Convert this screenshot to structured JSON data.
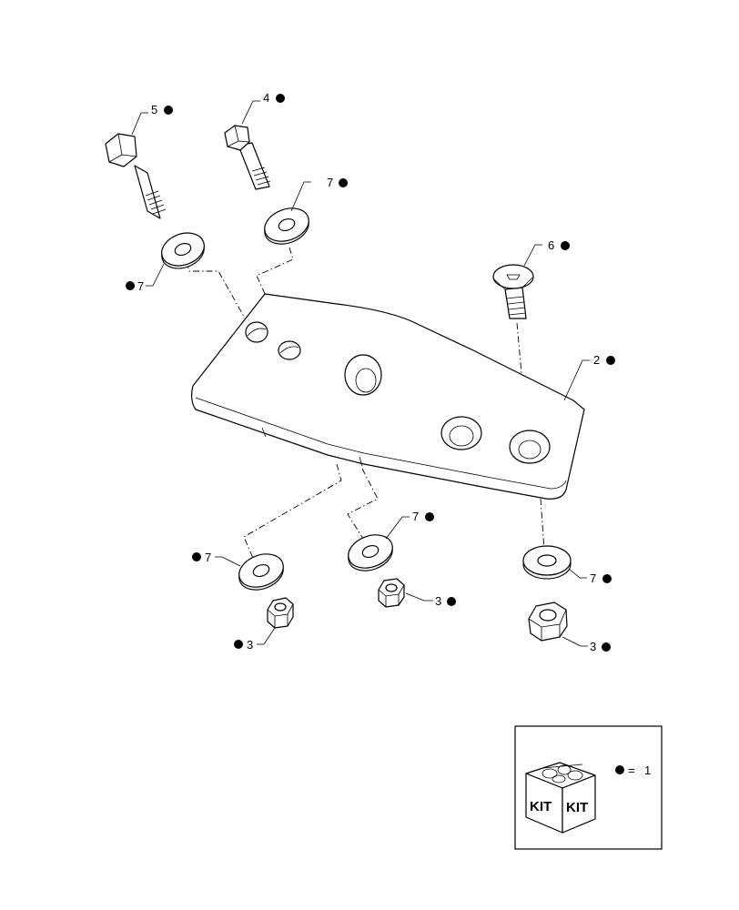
{
  "callouts": [
    {
      "id": "c5",
      "number": "5"
    },
    {
      "id": "c4",
      "number": "4"
    },
    {
      "id": "c7a",
      "number": "7"
    },
    {
      "id": "c7b",
      "number": "7"
    },
    {
      "id": "c6",
      "number": "6"
    },
    {
      "id": "c2",
      "number": "2"
    },
    {
      "id": "c7c",
      "number": "7"
    },
    {
      "id": "c7d",
      "number": "7"
    },
    {
      "id": "c7e",
      "number": "7"
    },
    {
      "id": "c3a",
      "number": "3"
    },
    {
      "id": "c3b",
      "number": "3"
    },
    {
      "id": "c3c",
      "number": "3"
    }
  ],
  "kit_box": {
    "label_left": "KIT",
    "label_right": "KIT",
    "legend_symbol": "●",
    "legend_equals": "=",
    "legend_value": "1"
  },
  "colors": {
    "line": "#000000",
    "background": "#ffffff",
    "shade": "#f0f0f0"
  }
}
